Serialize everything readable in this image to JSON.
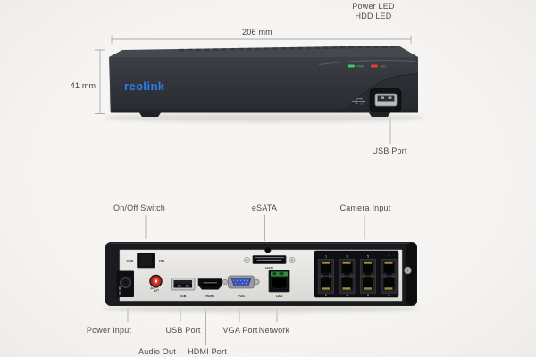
{
  "front_view": {
    "annotations": {
      "power_led": "Power LED",
      "hdd_led": "HDD LED",
      "width": "206 mm",
      "height": "41 mm",
      "usb_port": "USB Port"
    },
    "device": {
      "brand": "reolink",
      "led_power": "PWR",
      "led_hdd": "HDD"
    }
  },
  "back_view": {
    "annotations": {
      "on_off_switch": "On/Off Switch",
      "esata": "eSATA",
      "camera_input": "Camera Input",
      "power_input": "Power Input",
      "usb_port": "USB Port",
      "vga_port": "VGA Port",
      "network": "Network",
      "audio_out": "Audio Out",
      "hdmi_port": "HDMI Port"
    },
    "panel": {
      "switch_off": "OFF",
      "switch_on": "ON",
      "dc_input": "DC 48V",
      "audio_label_1": "AUDIO",
      "audio_label_2": "OUT",
      "usb": "USB",
      "hdmi": "HDMI",
      "vga": "VGA",
      "lan": "LAN",
      "esata": "eSATA",
      "camera_numbers_top": [
        "1",
        "3",
        "5",
        "7"
      ],
      "camera_numbers_bottom": [
        "2",
        "4",
        "6",
        "8"
      ]
    }
  },
  "colors": {
    "background": "#f4f2f0",
    "brand_blue": "#2e7cf0",
    "led_green": "#3ec46d",
    "led_red": "#de4337",
    "annotation_text": "#4d4b49",
    "line": "#a8a6a3",
    "device_dark": "#2f3238",
    "panel_light": "#e9e7e5",
    "vga_blue": "#3c55b5",
    "lan_green": "#2f9140",
    "rca_red": "#bc2a22"
  }
}
